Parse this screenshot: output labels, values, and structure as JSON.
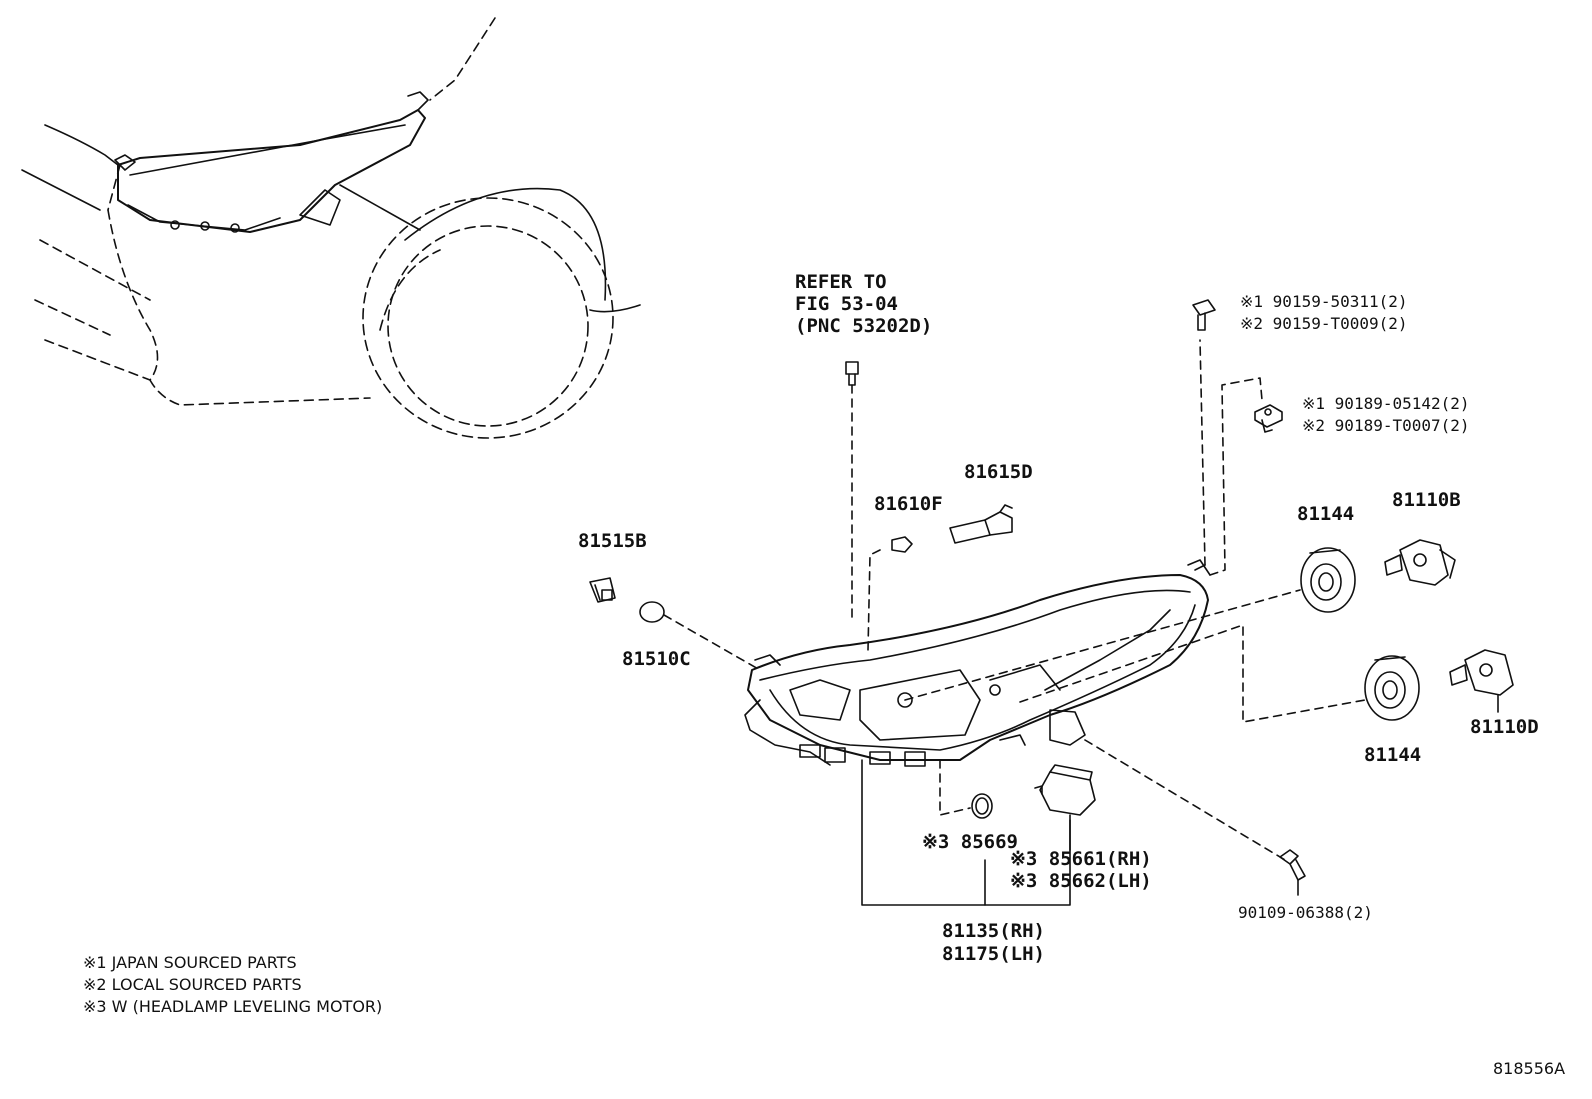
{
  "refer": {
    "line1": "REFER TO",
    "line2": "FIG 53-04",
    "line3": "(PNC 53202D)"
  },
  "parts": {
    "p81515B": "81515B",
    "p81510C": "81510C",
    "p81610F": "81610F",
    "p81615D": "81615D",
    "p81144_top": "81144",
    "p81144_bottom": "81144",
    "p81110B": "81110B",
    "p81110D": "81110D",
    "p85669": "※3 85669",
    "p85661": "※3 85661(RH)",
    "p85662": "※3 85662(LH)",
    "p81135": "81135(RH)",
    "p81175": "81175(LH)",
    "p90109": "90109-06388(2)",
    "p90159_1": "※1 90159-50311(2)",
    "p90159_2": "※2 90159-T0009(2)",
    "p90189_1": "※1 90189-05142(2)",
    "p90189_2": "※2 90189-T0007(2)"
  },
  "notes": {
    "n1": "※1 JAPAN SOURCED PARTS",
    "n2": "※2 LOCAL SOURCED PARTS",
    "n3": "※3 W (HEADLAMP LEVELING MOTOR)"
  },
  "figure_id": "818556A",
  "icons": [
    "car-front-outline",
    "headlamp-assembly",
    "bulb",
    "screw",
    "bolt",
    "clip",
    "socket",
    "leveling-motor",
    "o-ring"
  ]
}
